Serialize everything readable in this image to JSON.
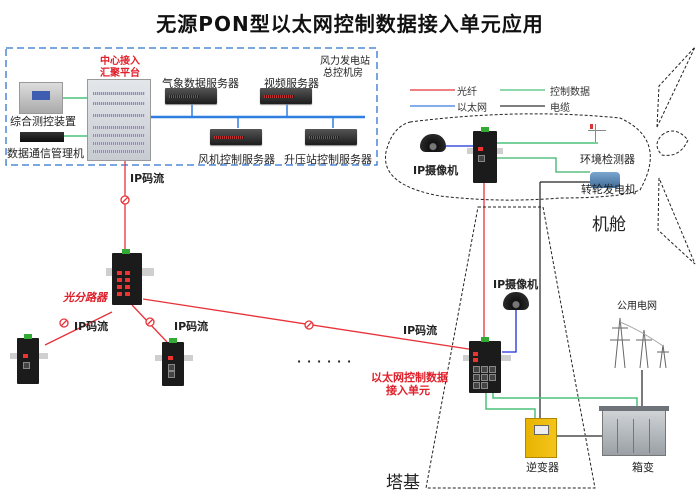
{
  "title": "无源PON型以太网控制数据接入单元应用",
  "control_room": {
    "label_line1": "风力发电站",
    "label_line2": "总控机房",
    "platform_line1": "中心接入",
    "platform_line2": "汇聚平台",
    "devices": {
      "monitor": "综合测控装置",
      "comm_manager": "数据通信管理机",
      "weather_server": "气象数据服务器",
      "video_server": "视频服务器",
      "turbine_server": "风机控制服务器",
      "booster_server": "升压站控制服务器"
    }
  },
  "legend": {
    "items": [
      {
        "label": "光纤",
        "color": "#e8333a"
      },
      {
        "label": "以太网",
        "color": "#3a7be0"
      },
      {
        "label": "控制数据",
        "color": "#4cc17a"
      },
      {
        "label": "电缆",
        "color": "#222222"
      }
    ]
  },
  "links": {
    "ip_stream": "IP码流",
    "splitter": "光分路器",
    "ellipsis": "· · · · · ·",
    "access_unit_line1": "以太网控制数据",
    "access_unit_line2": "接入单元"
  },
  "nacelle": {
    "label": "机舱",
    "camera": "IP摄像机",
    "env_detector": "环境检测器",
    "generator": "转轮发电机"
  },
  "tower_base": {
    "label": "塔基",
    "camera": "IP摄像机",
    "inverter": "逆变器",
    "box_transformer": "箱变",
    "public_grid": "公用电网"
  }
}
